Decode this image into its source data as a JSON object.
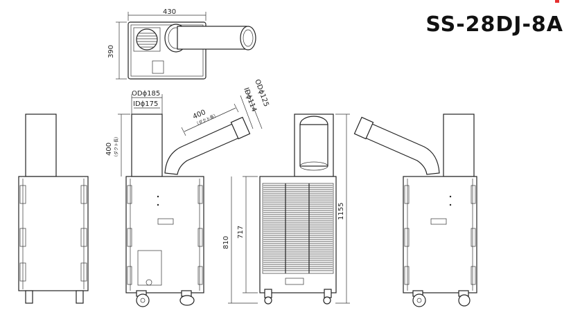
{
  "model": "SS-28DJ-8A",
  "dimensions": {
    "top_width": "430",
    "top_depth": "390",
    "outer_duct_dia": "ODϕ185",
    "inner_duct_dia": "IDϕ175",
    "nozzle_od": "ODϕ125",
    "nozzle_id": "IDϕ114",
    "nozzle_length": "400",
    "nozzle_length_note": "（ダクト長）",
    "duct_length": "400",
    "duct_length_note": "（ダクト長）",
    "height_total": "1155",
    "height_body": "810",
    "height_panel": "717"
  },
  "accent_color": "#e53030"
}
